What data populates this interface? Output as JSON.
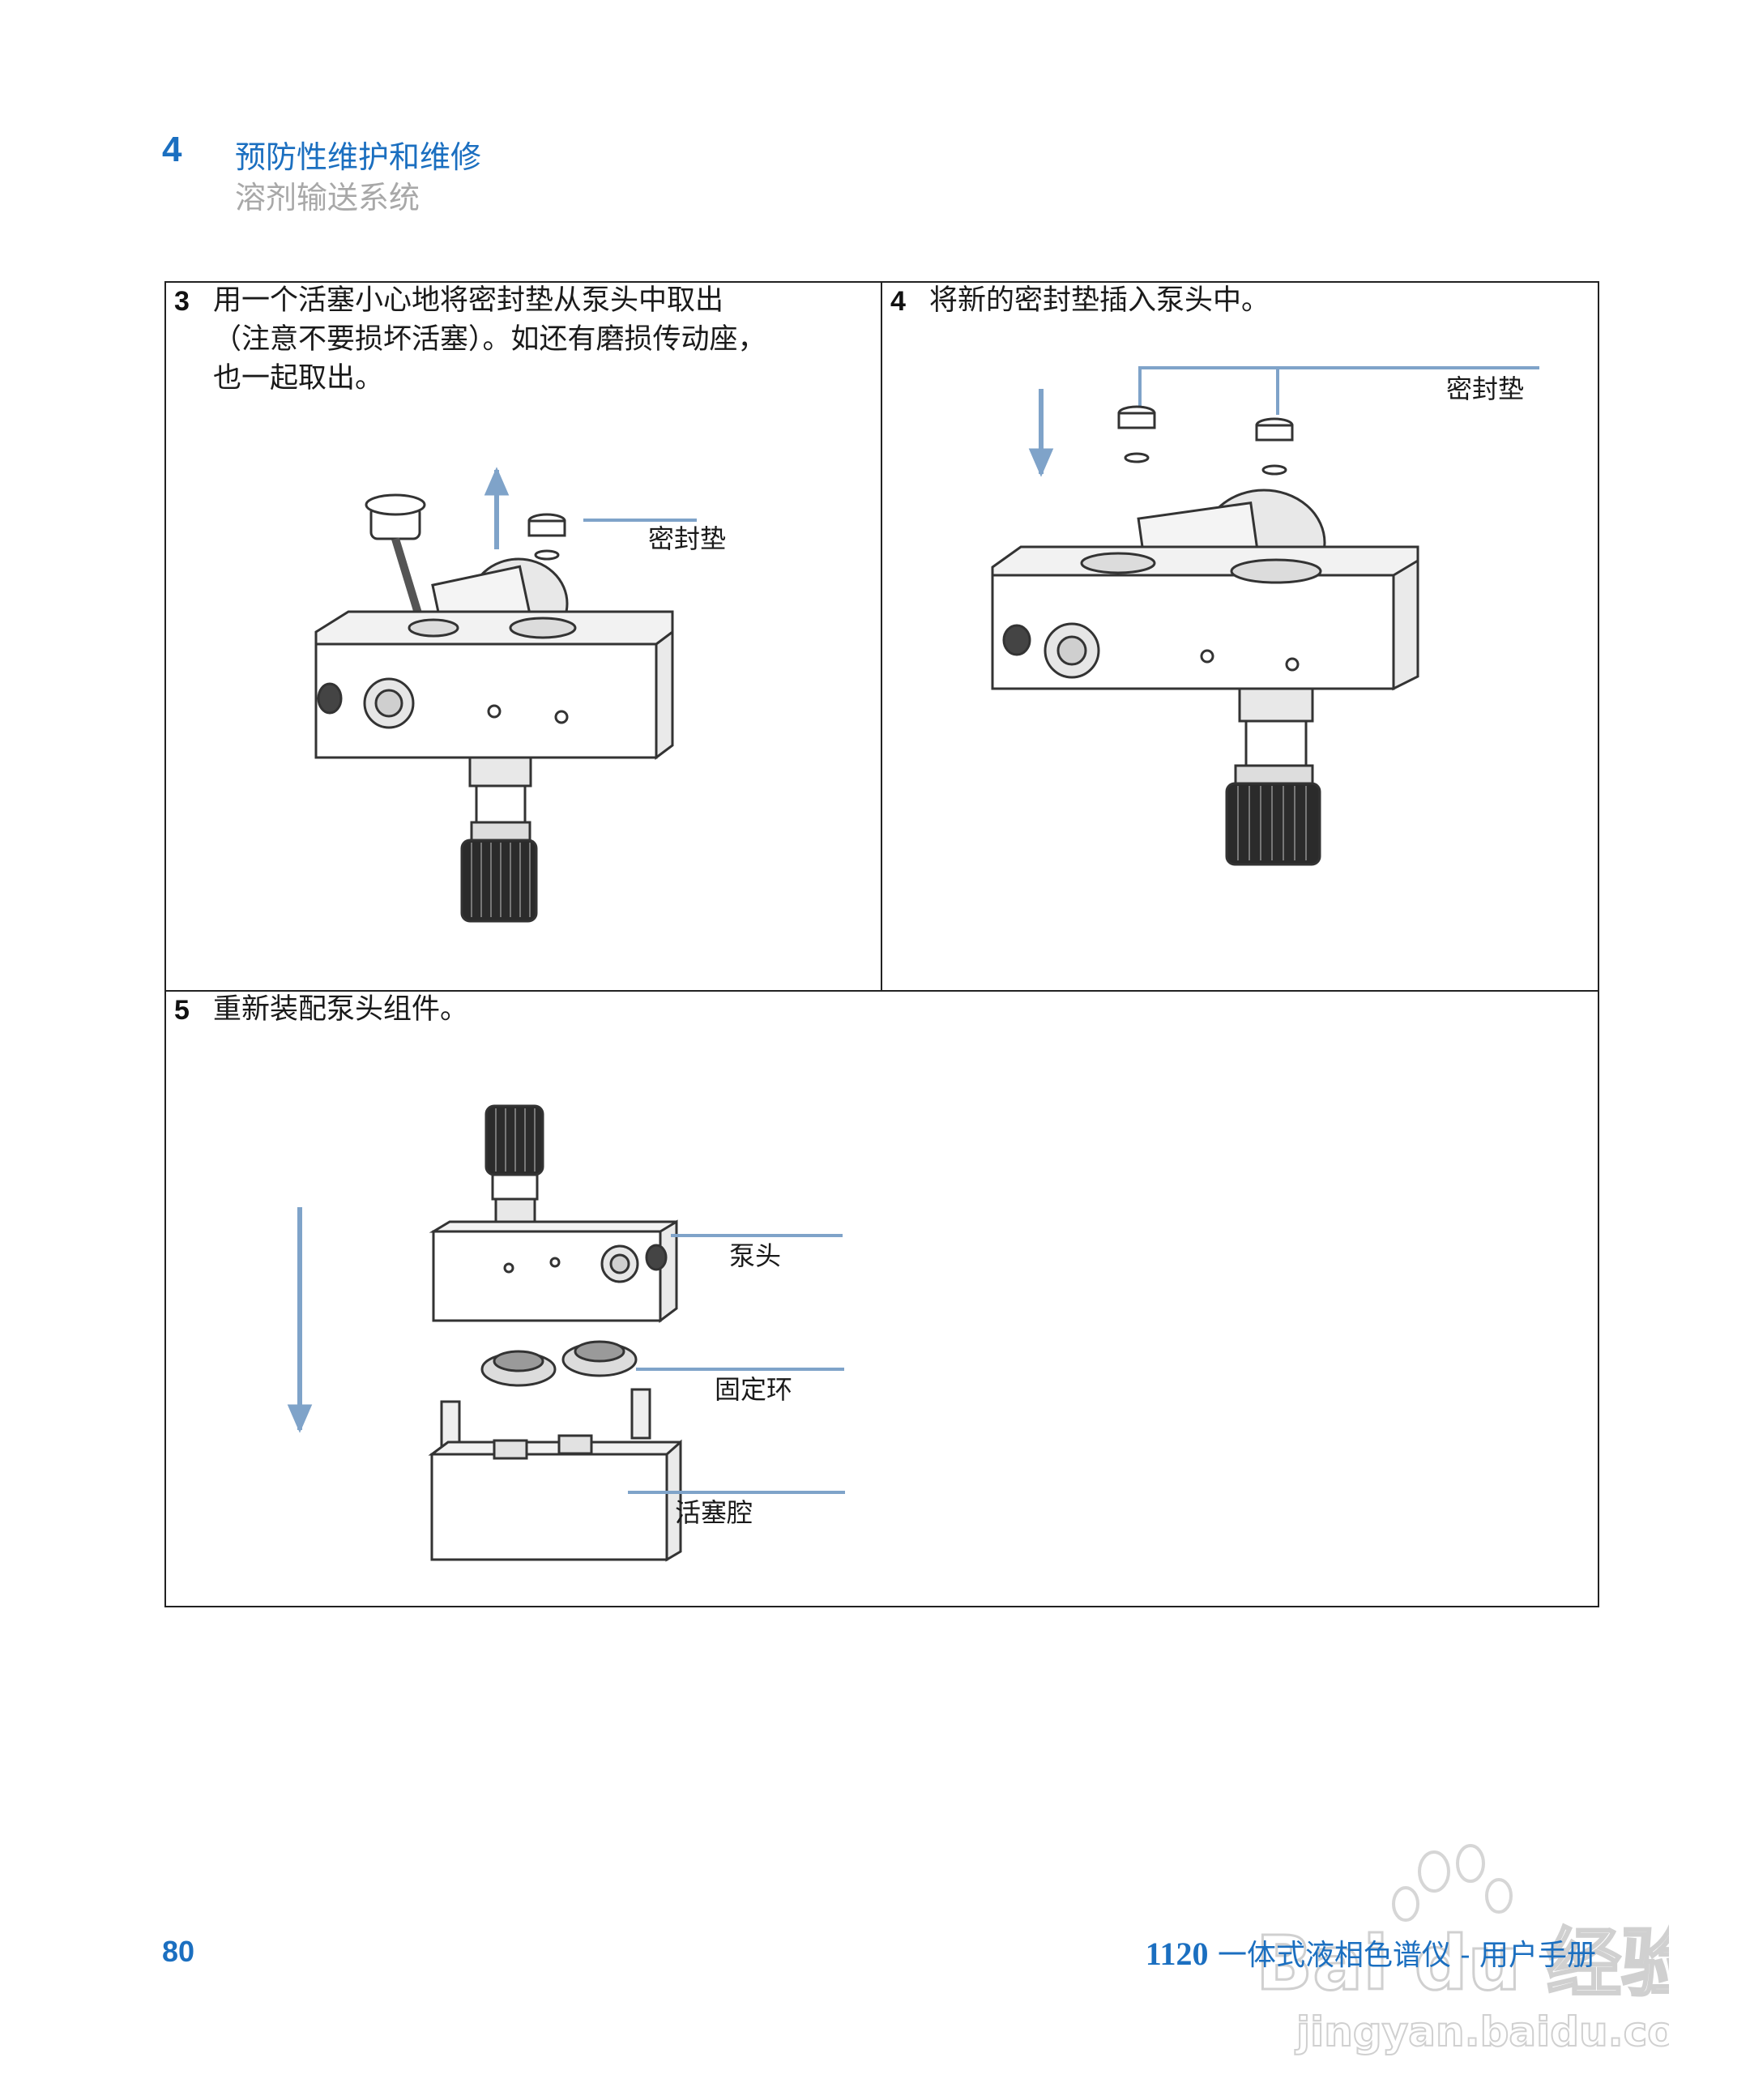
{
  "header": {
    "chapter_number": "4",
    "chapter_title": "预防性维护和维修",
    "section_title": "溶剂输送系统"
  },
  "steps": [
    {
      "number": "3",
      "text": "用一个活塞小心地将密封垫从泵头中取出\n（注意不要损坏活塞）。如还有磨损传动座，\n也一起取出。"
    },
    {
      "number": "4",
      "text": "将新的密封垫插入泵头中。"
    },
    {
      "number": "5",
      "text": "重新装配泵头组件。"
    }
  ],
  "callouts": {
    "step3_seal": "密封垫",
    "step4_seal": "密封垫",
    "step5_pump_head": "泵头",
    "step5_retaining_ring": "固定环",
    "step5_piston_chamber": "活塞腔"
  },
  "footer": {
    "page_number": "80",
    "manual_model": "1120",
    "manual_title": "一体式液相色谱仪 - 用户手册"
  },
  "watermark": {
    "brand_text": "Bai du 经验",
    "url_text": "jingyan.baidu.com"
  },
  "colors": {
    "accent": "#1b6fc0",
    "callout_line": "#7fa3c9",
    "subtitle_gray": "#a8a8a8"
  }
}
